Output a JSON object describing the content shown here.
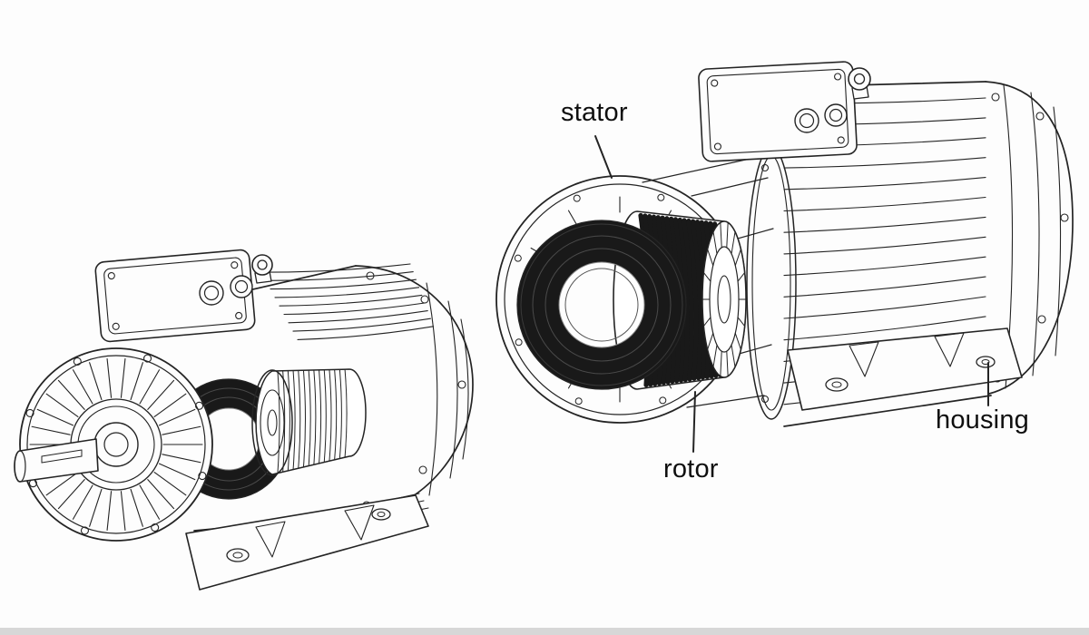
{
  "canvas": {
    "background": "#fdfdfd",
    "ink": "#242424",
    "dark_fill": "#191919",
    "bottom_strip": "#d7d7d7"
  },
  "labels": {
    "stator": "stator",
    "rotor": "rotor",
    "housing": "housing"
  }
}
